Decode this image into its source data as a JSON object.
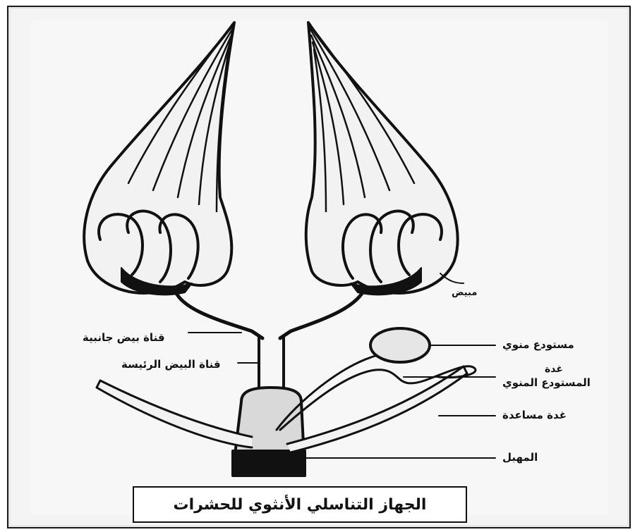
{
  "labels": {
    "ovary": "مبيض",
    "lateral_oviduct": "قناة بيض جانبية",
    "common_oviduct": "قناة البيض الرئيسة",
    "spermatheca": "مستودع منوي",
    "spermathecal_gland_line1": "غدة",
    "spermathecal_gland_line2": "المستودع المنوي",
    "accessory_gland": "غدة مساعدة",
    "vagina": "المهبل"
  },
  "caption": "الجهاز التناسلي الأنثوي للحشرات",
  "colors": {
    "ink": "#111111",
    "paper": "#f7f7f7",
    "frame": "#1a1a1a"
  }
}
